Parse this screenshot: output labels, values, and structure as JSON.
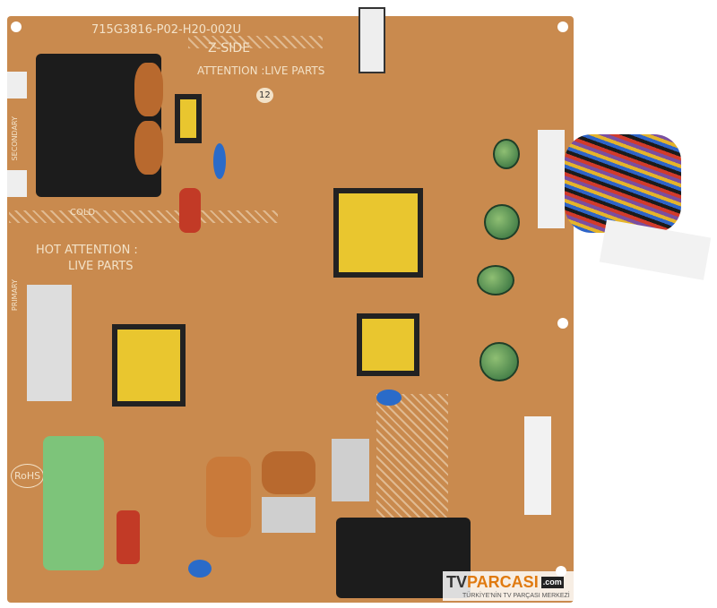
{
  "board": {
    "part_number": "715G3816-P02-H20-002U",
    "side": "Z-SIDE",
    "attention_top": "ATTENTION :LIVE PARTS",
    "hot_line1": "HOT ATTENTION :",
    "hot_line2": "LIVE PARTS",
    "cold": "COLD",
    "rohs": "RoHS",
    "number": "12",
    "primary": "PRIMARY",
    "secondary": "SECONDARY"
  },
  "watermark": {
    "brand_tv": "TV",
    "brand_name": "PARCASI",
    "brand_tld": ".com",
    "tagline": "TÜRKİYE'NİN TV PARÇASI MERKEZİ"
  },
  "colors": {
    "pcb": "#c98a4e",
    "silkscreen": "#f3e2c8",
    "transformer": "#e9c62f"
  }
}
